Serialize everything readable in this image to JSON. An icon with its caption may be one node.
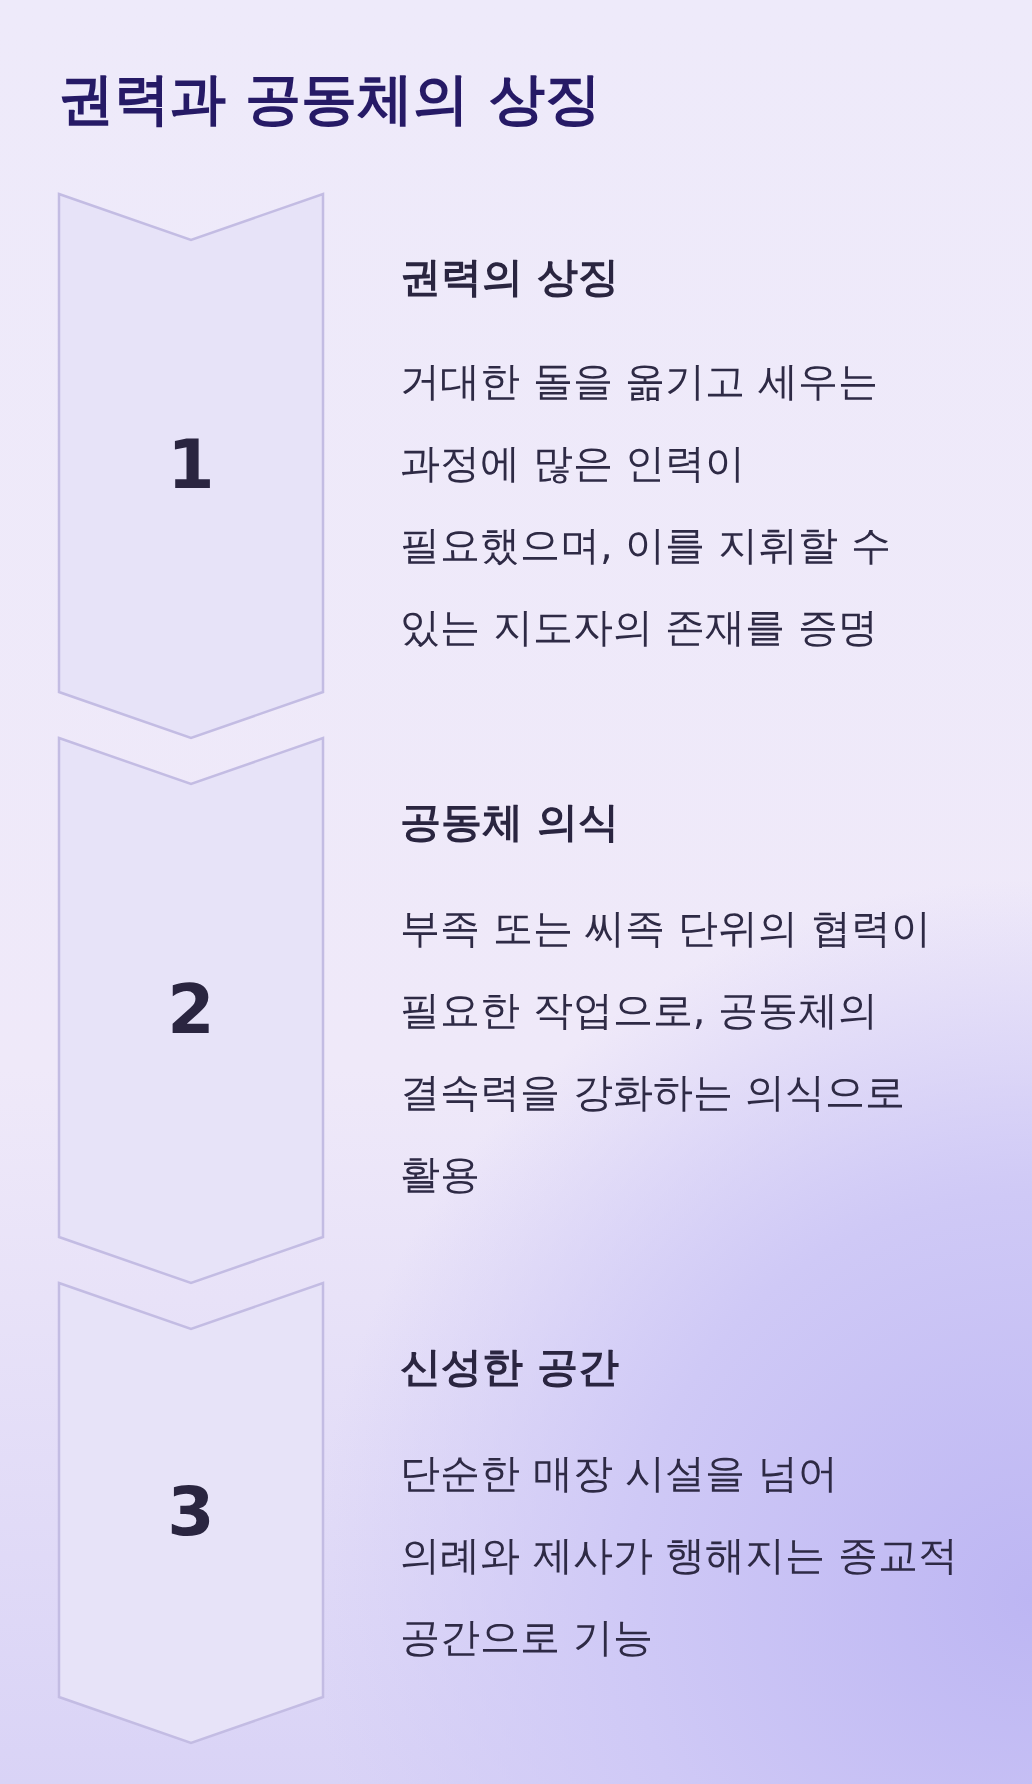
{
  "diagram": {
    "title": "권력과 공동체의 상징",
    "nodes": [
      {
        "text": [
          "1"
        ],
        "beside": [
          "권력의 상징",
          "거대한 돌을 옮기고 세우는 과정에 많은 인력이 필요했으며, 이를 지휘할 수 있는 지도자의 존재를 증명"
        ]
      },
      {
        "text": [
          "2"
        ],
        "beside": [
          "공동체 의식",
          "부족 또는 씨족 단위의 협력이 필요한 작업으로, 공동체의 결속력을 강화하는 의식으로 활용"
        ]
      },
      {
        "text": [
          "3"
        ],
        "beside": [
          "신성한 공간",
          "단순한 매장 시설을 넘어 의례와 제사가 행해지는 종교적 공간으로 기능"
        ]
      }
    ]
  }
}
